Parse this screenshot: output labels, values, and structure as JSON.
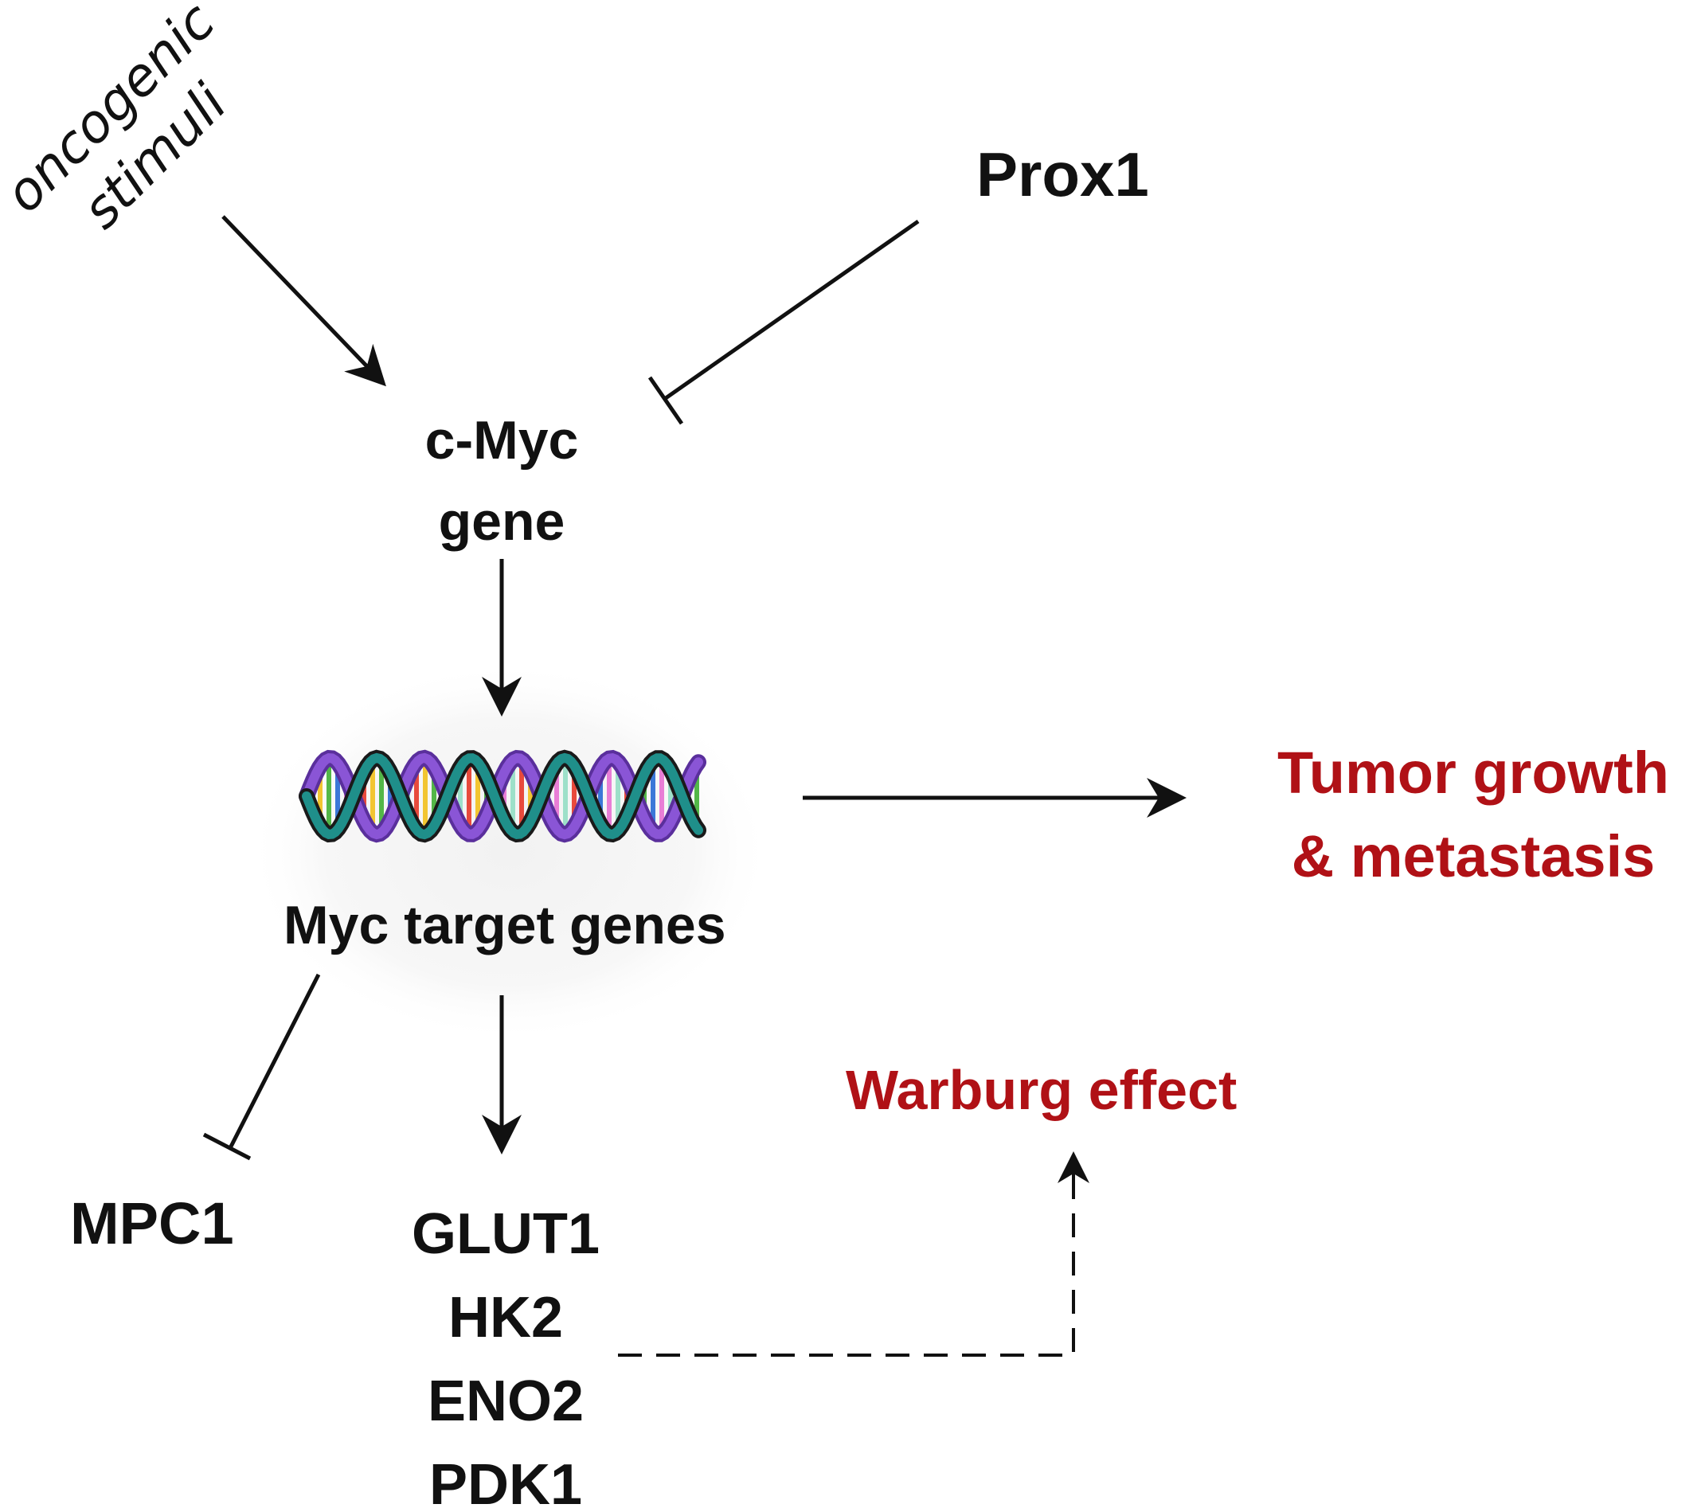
{
  "nodes": {
    "oncogenic_stimuli": [
      "oncogenic",
      "stimuli"
    ],
    "prox1": "Prox1",
    "cmyc_gene": [
      "c-Myc",
      "gene"
    ],
    "myc_target_genes": "Myc target genes",
    "tumor_growth": [
      "Tumor growth",
      "& metastasis"
    ],
    "warburg_effect": "Warburg effect",
    "mpc1": "MPC1",
    "glycolysis_genes": [
      "GLUT1",
      "HK2",
      "ENO2",
      "PDK1"
    ]
  },
  "edges": [
    {
      "from": "oncogenic stimuli",
      "to": "c-Myc gene",
      "type": "activation"
    },
    {
      "from": "Prox1",
      "to": "c-Myc gene",
      "type": "inhibition"
    },
    {
      "from": "c-Myc gene",
      "to": "Myc target genes",
      "type": "activation"
    },
    {
      "from": "Myc target genes",
      "to": "Tumor growth & metastasis",
      "type": "activation"
    },
    {
      "from": "Myc target genes",
      "to": "MPC1",
      "type": "inhibition"
    },
    {
      "from": "Myc target genes",
      "to": "GLUT1/HK2/ENO2/PDK1",
      "type": "activation"
    },
    {
      "from": "GLUT1/HK2/ENO2/PDK1",
      "to": "Warburg effect",
      "type": "activation",
      "style": "dashed"
    }
  ],
  "colors": {
    "text": "#111111",
    "outcome": "#b01116",
    "dna_strand_teal": "#1f8f8a",
    "dna_strand_purple": "#8a55d6"
  },
  "icons": {
    "dna": "dna-helix-icon"
  }
}
